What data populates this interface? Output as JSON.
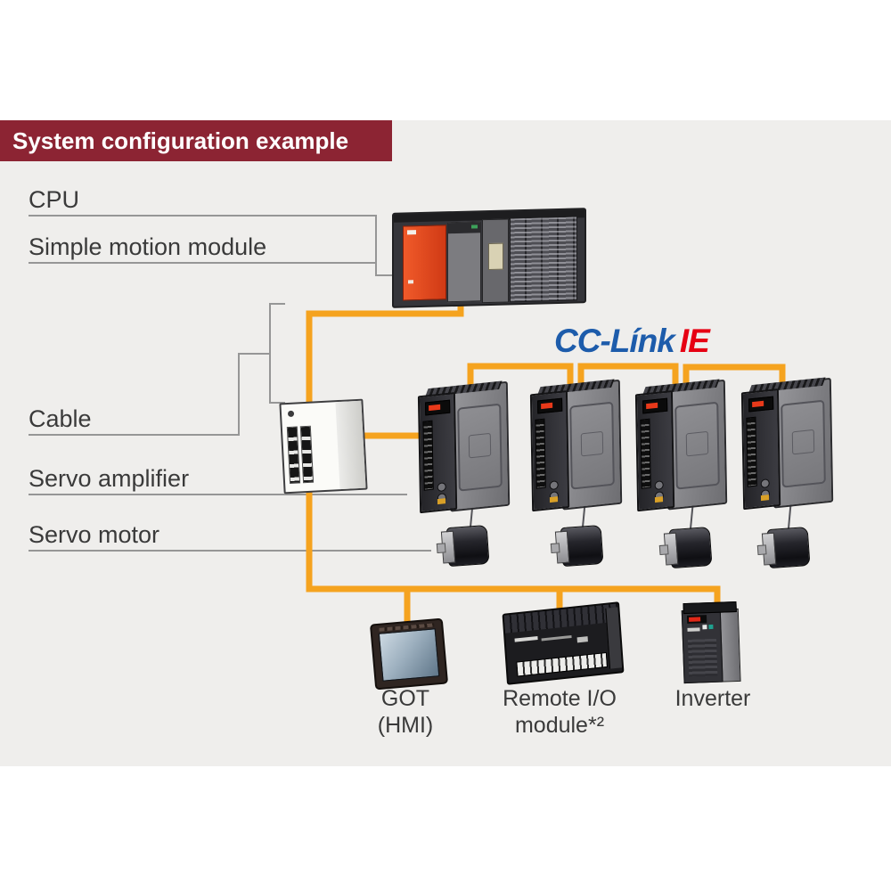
{
  "title": "System configuration example",
  "logo": {
    "part_blue": "CC-Línk",
    "part_red": "IE"
  },
  "callouts": {
    "cpu": "CPU",
    "simple_motion_module": "Simple motion module",
    "cable": "Cable",
    "servo_amplifier": "Servo amplifier",
    "servo_motor": "Servo motor"
  },
  "device_labels": {
    "got_line1": "GOT",
    "got_line2": "(HMI)",
    "remote_io_line1": "Remote I/O",
    "remote_io_line2": "module*²",
    "inverter": "Inverter"
  },
  "colors": {
    "banner_bg": "#8C2433",
    "panel_bg": "#EFEEEC",
    "cable_orange": "#F5A31F",
    "callout_line_gray": "#969696",
    "logo_blue": "#1D5CAB",
    "logo_red": "#E60113"
  }
}
